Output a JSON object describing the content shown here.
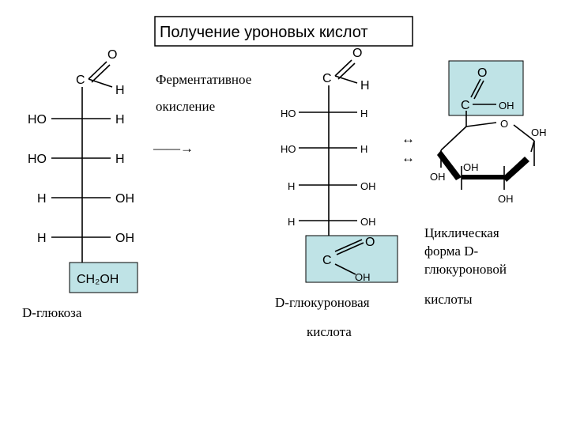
{
  "title": "Получение уроновых кислот",
  "reaction": {
    "line1": "Ферментативное",
    "line2": "окисление",
    "arrow": "——→",
    "equilibrium": "↔"
  },
  "glucose": {
    "C": "C",
    "O": "O",
    "H": "H",
    "rows": [
      {
        "left": "HO",
        "right": "H"
      },
      {
        "left": "HO",
        "right": "H"
      },
      {
        "left": "H",
        "right": "OH"
      },
      {
        "left": "H",
        "right": "OH"
      }
    ],
    "bottom": "CH₂OH",
    "name": "D-глюкоза"
  },
  "glucuronic": {
    "C": "C",
    "O": "O",
    "H": "H",
    "OH": "OH",
    "rows": [
      {
        "left": "HO",
        "right": "H"
      },
      {
        "left": "HO",
        "right": "H"
      },
      {
        "left": "H",
        "right": "OH"
      },
      {
        "left": "H",
        "right": "OH"
      }
    ],
    "name_line1": "D-глюкуроновая",
    "name_line2": "кислота"
  },
  "cyclic": {
    "C": "C",
    "O": "O",
    "OH": "OH",
    "name_line1": "Циклическая",
    "name_line2": "форма D-",
    "name_line3": "глюкуроновой",
    "name_line4": "кислоты"
  },
  "colors": {
    "highlight": "#bfe3e6",
    "ink": "#000000"
  }
}
